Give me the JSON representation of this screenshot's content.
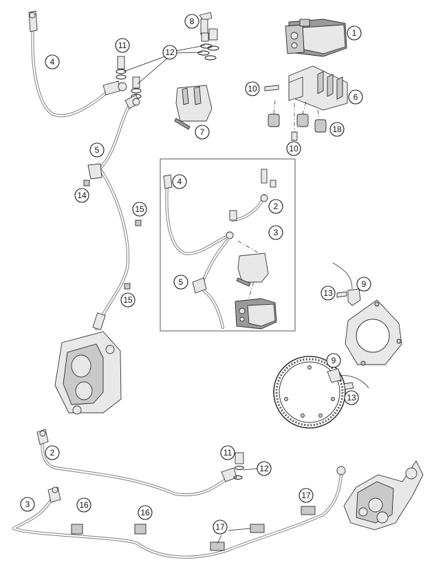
{
  "callouts": [
    {
      "id": "c1",
      "label": "1"
    },
    {
      "id": "c2a",
      "label": "2"
    },
    {
      "id": "c2b",
      "label": "2"
    },
    {
      "id": "c3a",
      "label": "3"
    },
    {
      "id": "c3b",
      "label": "3"
    },
    {
      "id": "c4a",
      "label": "4"
    },
    {
      "id": "c4b",
      "label": "4"
    },
    {
      "id": "c5a",
      "label": "5"
    },
    {
      "id": "c5b",
      "label": "5"
    },
    {
      "id": "c6",
      "label": "6"
    },
    {
      "id": "c7",
      "label": "7"
    },
    {
      "id": "c8",
      "label": "8"
    },
    {
      "id": "c9a",
      "label": "9"
    },
    {
      "id": "c9b",
      "label": "9"
    },
    {
      "id": "c10a",
      "label": "10"
    },
    {
      "id": "c10b",
      "label": "10"
    },
    {
      "id": "c11a",
      "label": "11"
    },
    {
      "id": "c11b",
      "label": "11"
    },
    {
      "id": "c12a",
      "label": "12"
    },
    {
      "id": "c12b",
      "label": "12"
    },
    {
      "id": "c13a",
      "label": "13"
    },
    {
      "id": "c13b",
      "label": "13"
    },
    {
      "id": "c14",
      "label": "14"
    },
    {
      "id": "c15a",
      "label": "15"
    },
    {
      "id": "c15b",
      "label": "15"
    },
    {
      "id": "c16a",
      "label": "16"
    },
    {
      "id": "c16b",
      "label": "16"
    },
    {
      "id": "c17a",
      "label": "17"
    },
    {
      "id": "c17b",
      "label": "17"
    },
    {
      "id": "c18",
      "label": "18"
    }
  ],
  "colors": {
    "line": "#1a1a1a",
    "hose": "#7d7d7d",
    "part_fill": "#e8e8e8",
    "background": "#ffffff"
  }
}
